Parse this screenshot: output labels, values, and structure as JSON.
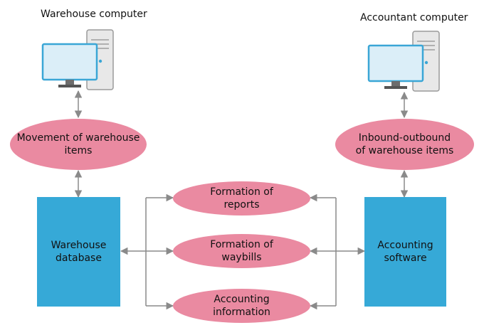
{
  "colors": {
    "ellipse_fill": "#ea8aa1",
    "box_fill": "#36a9d7",
    "connector": "#8a8a8a",
    "monitor_screen": "#dbeef8",
    "monitor_frame": "#3aa6d6"
  },
  "icons": {
    "warehouse_computer": "desktop-computer-icon",
    "accountant_computer": "desktop-computer-icon"
  },
  "labels": {
    "warehouse_computer": "Warehouse computer",
    "accountant_computer": "Accountant computer"
  },
  "nodes": {
    "movement_of_items": "Movement of warehouse\nitems",
    "inbound_outbound": "Inbound-outbound\nof warehouse items",
    "warehouse_database": "Warehouse\ndatabase",
    "accounting_software": "Accounting\nsoftware",
    "formation_of_reports": "Formation of\nreports",
    "formation_of_waybills": "Formation of\nwaybills",
    "accounting_information": "Accounting\ninformation"
  }
}
